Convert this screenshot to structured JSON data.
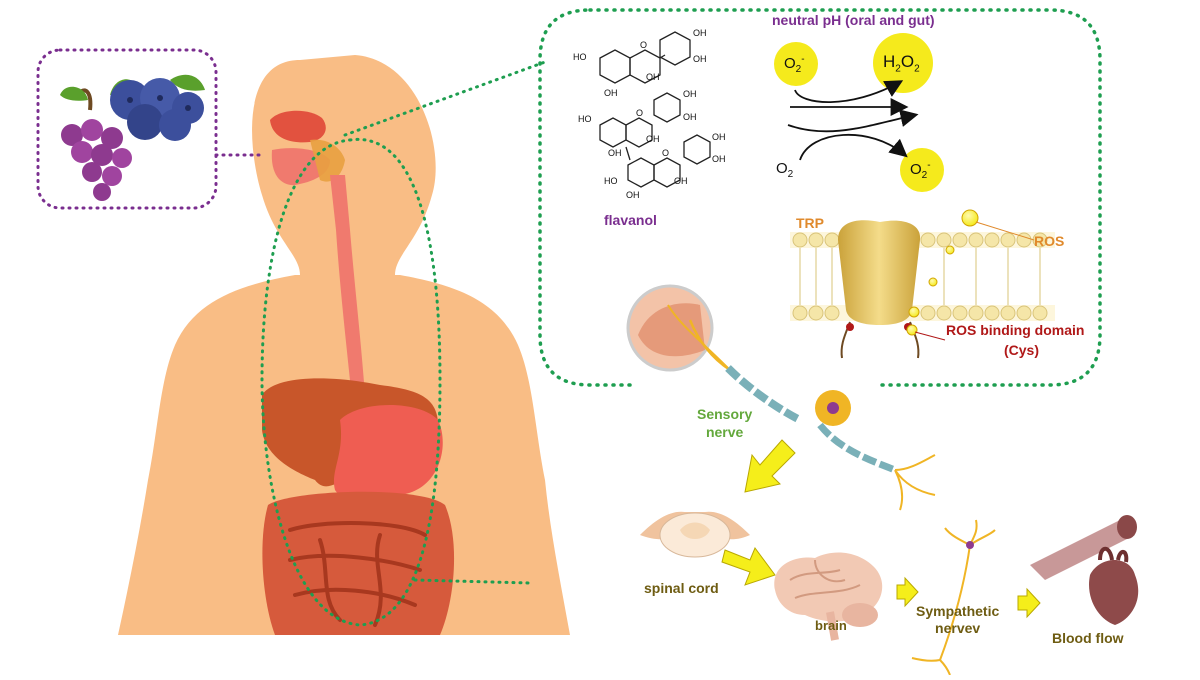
{
  "labels": {
    "title": "neutral pH (oral and gut)",
    "flavanol": "flavanol",
    "trp": "TRP",
    "ros": "ROS",
    "ros_binding": "ROS binding  domain",
    "cys": "(Cys)",
    "sensory_line1": "Sensory",
    "sensory_line2": "nerve",
    "spinal_cord": "spinal cord",
    "brain": "brain",
    "sympathetic_line1": "Sympathetic",
    "sympathetic_line2": "nervev",
    "blood_flow": "Blood flow"
  },
  "reaction": {
    "superoxide_base": "O",
    "superoxide_sub": "2",
    "superoxide_sup": "-",
    "h2o2_h": "H",
    "h2o2_sub1": "2",
    "h2o2_o": "O",
    "h2o2_sub2": "2",
    "oxygen_base": "O",
    "oxygen_sub": "2"
  },
  "structure_atoms": {
    "oh": "OH",
    "ho": "HO",
    "o": "O"
  },
  "colors": {
    "skin": "#f9bd85",
    "organ_red": "#e2523f",
    "organ_pink": "#f07a6e",
    "liver": "#c8562a",
    "intestine": "#d65a3c",
    "dotted_green": "#1e9e50",
    "dotted_purple": "#7a2e8f",
    "ros_yellow": "#f5ea1c",
    "membrane_gold": "#d7b84a",
    "arrow_yellow": "#f5ee1a"
  },
  "icons": [
    "grapes-icon",
    "blueberries-icon",
    "neuron-icon",
    "spinal-cord-icon",
    "brain-icon",
    "heart-icon",
    "blood-vessel-icon"
  ]
}
